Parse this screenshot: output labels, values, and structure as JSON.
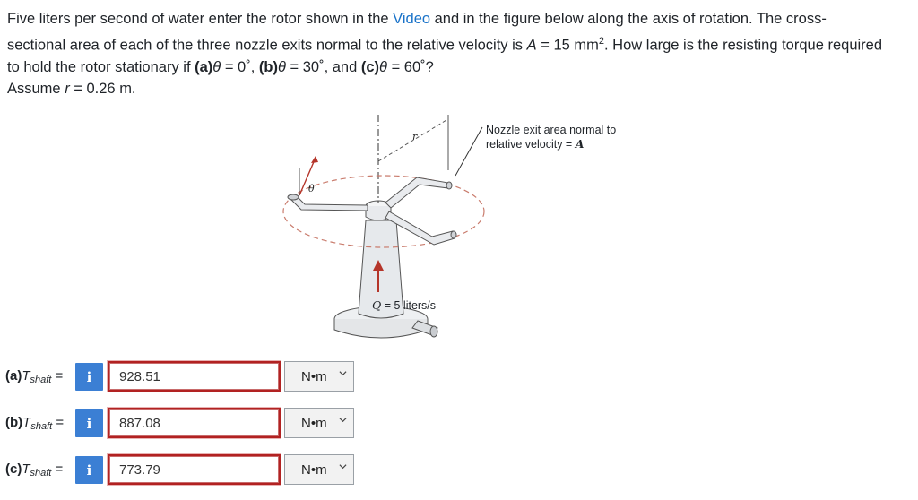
{
  "problem": {
    "line1_a": "Five liters per second of water enter the rotor shown in the ",
    "video_link": "Video",
    "line1_b": " and in the figure below along the axis of rotation. The cross-",
    "line2_a": "sectional area of each of the three nozzle exits normal to the relative velocity is ",
    "line2_var": "A",
    "line2_b": " = 15 mm",
    "line2_sup": "2",
    "line2_c": ". How large is the resisting torque required",
    "line3_a": "to hold the rotor stationary if ",
    "part_a": "(a)",
    "theta1": "θ",
    "val_a": " = 0˚, ",
    "part_b": "(b)",
    "theta2": "θ",
    "val_b": " = 30˚, and ",
    "part_c": "(c)",
    "theta3": "θ",
    "val_c": " = 60˚?",
    "line4_a": "Assume ",
    "line4_var": "r",
    "line4_b": " = 0.26 m."
  },
  "figure": {
    "nozzle_label_line1": "Nozzle exit area normal to",
    "nozzle_label_line2": "relative velocity = ",
    "nozzle_label_var": "A",
    "flow_label": "Q",
    "flow_value": " = 5 liters/s",
    "radius_label": "r",
    "angle_label": "θ"
  },
  "answers": [
    {
      "part": "(a)",
      "symbol": "T",
      "sub": "shaft",
      "eq": " =",
      "info": "i",
      "value": "928.51",
      "unit": "N•m"
    },
    {
      "part": "(b)",
      "symbol": "T",
      "sub": "shaft",
      "eq": " =",
      "info": "i",
      "value": "887.08",
      "unit": "N•m"
    },
    {
      "part": "(c)",
      "symbol": "T",
      "sub": "shaft",
      "eq": " =",
      "info": "i",
      "value": "773.79",
      "unit": "N•m"
    }
  ],
  "colors": {
    "link": "#1a73c9",
    "info_button": "#3b7fd4",
    "field_border": "#b22222",
    "arrow_red": "#b5352a"
  }
}
